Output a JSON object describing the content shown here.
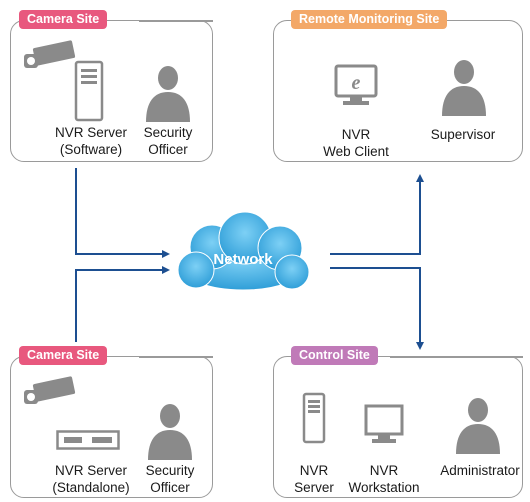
{
  "sites": {
    "camera_top": {
      "tag": "Camera Site",
      "nvr_server": [
        "NVR Server",
        "(Software)"
      ],
      "officer": [
        "Security",
        "Officer"
      ]
    },
    "remote": {
      "tag": "Remote Monitoring Site",
      "web_client": [
        "NVR",
        "Web Client"
      ],
      "supervisor": "Supervisor"
    },
    "camera_bottom": {
      "tag": "Camera Site",
      "nvr_server": [
        "NVR Server",
        "(Standalone)"
      ],
      "officer": [
        "Security",
        "Officer"
      ]
    },
    "control": {
      "tag": "Control Site",
      "server": [
        "NVR",
        "Server"
      ],
      "workstation": [
        "NVR",
        "Workstation"
      ],
      "administrator": "Administrator"
    }
  },
  "network": "Network",
  "colors": {
    "camera_tag": "#e8587e",
    "remote_tag": "#f3a868",
    "control_tag": "#c07ab8",
    "link": "#1d4f91",
    "cloud": "#3aa8e0",
    "icon": "#8a8a8a"
  },
  "icons": [
    "camera-icon",
    "server-tower-icon",
    "person-icon",
    "web-client-monitor-icon",
    "standalone-nvr-icon",
    "workstation-monitor-icon"
  ]
}
